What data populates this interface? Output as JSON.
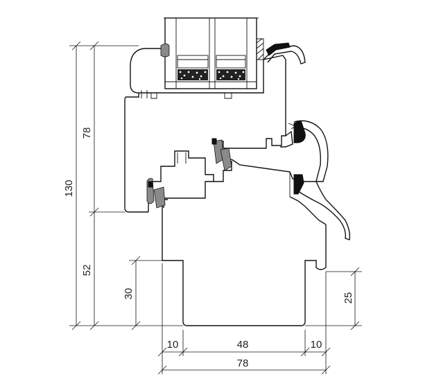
{
  "dimensions": {
    "total_height": "130",
    "sash_height": "78",
    "frame_height": "52",
    "inner_depth": "30",
    "outer_depth": "25",
    "width_left": "10",
    "width_middle": "48",
    "width_right": "10",
    "total_width": "78"
  }
}
